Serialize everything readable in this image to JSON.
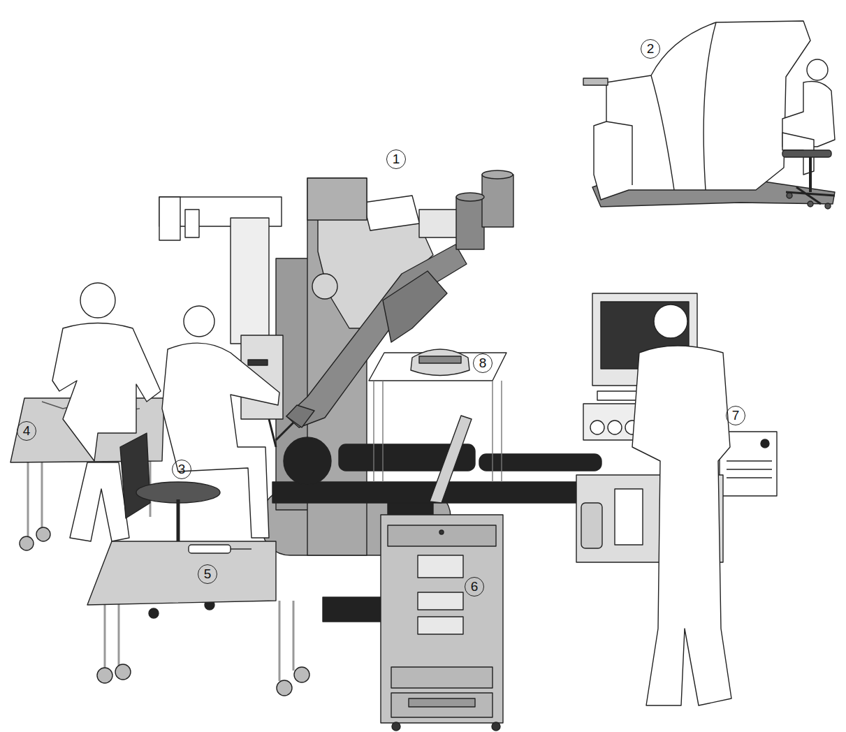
{
  "diagram": {
    "labels": [
      "2",
      "1",
      "8",
      "7",
      "4",
      "3",
      "5",
      "6"
    ]
  }
}
